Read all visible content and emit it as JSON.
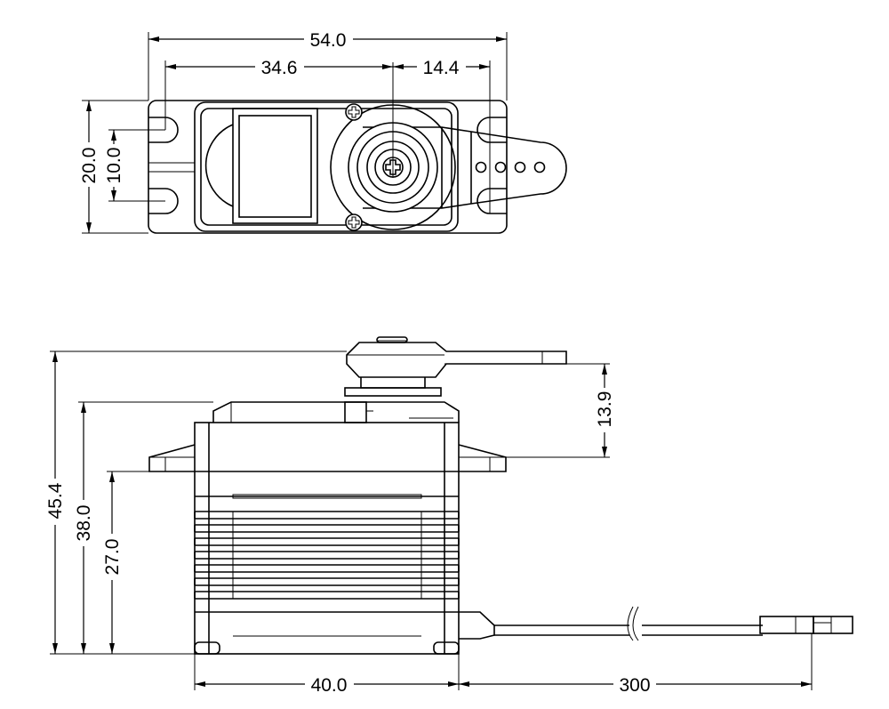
{
  "dimensions": {
    "top_width": "54.0",
    "hole_spacing": "34.6",
    "shaft_offset": "14.4",
    "body_height": "20.0",
    "mount_hole_gap": "10.0",
    "horn_height": "13.9",
    "total_height": "45.4",
    "case_height": "38.0",
    "flange_height": "27.0",
    "body_length": "40.0",
    "cable_length": "300"
  },
  "icons": {
    "output_shaft": "phillips-screw-icon",
    "case_screw": "phillips-screw-icon"
  }
}
